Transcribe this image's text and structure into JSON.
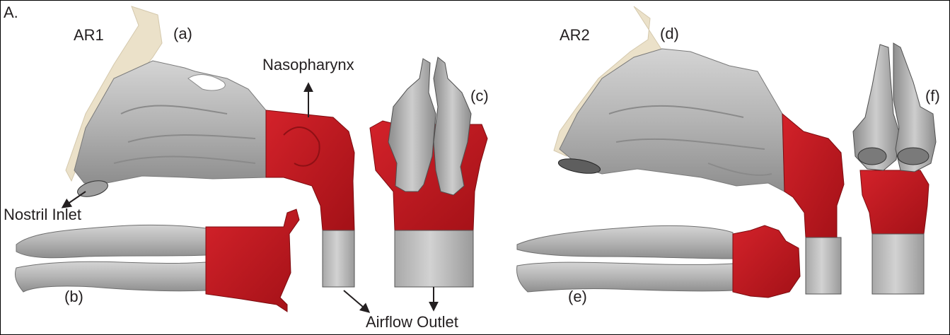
{
  "figure": {
    "panel_label": "A.",
    "groups": [
      {
        "name": "AR1"
      },
      {
        "name": "AR2"
      }
    ],
    "subpanels": [
      "(a)",
      "(b)",
      "(c)",
      "(d)",
      "(e)",
      "(f)"
    ],
    "annotations": {
      "nasopharynx": "Nasopharynx",
      "nostril_inlet": "Nostril Inlet",
      "airflow_outlet": "Airflow Outlet"
    },
    "colors": {
      "airway_gray": "#b9b9b9",
      "airway_dark": "#8a8a8a",
      "nasopharynx_red": "#c8161d",
      "face_beige": "#e8dcc0",
      "outlet_gray": "#c4c4c4"
    }
  }
}
